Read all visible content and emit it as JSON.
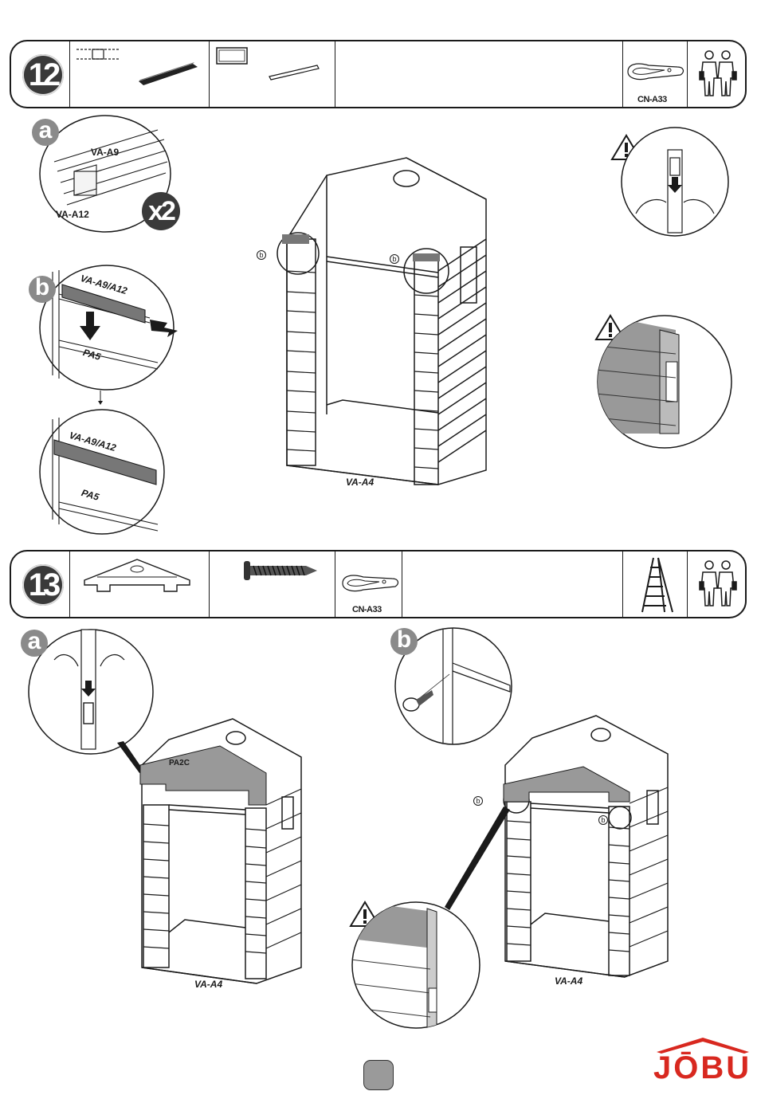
{
  "steps": [
    {
      "number": "12",
      "tool_label": "CN-A33",
      "sub_a": {
        "badge": "a",
        "label_top": "VA-A9",
        "label_bottom": "VA-A12",
        "multiplier": "x2"
      },
      "sub_b": {
        "badge": "b",
        "label_top": "VA-A9/A12",
        "label_bottom": "PA5"
      },
      "sub_b2": {
        "label_top": "VA-A9/A12",
        "label_bottom": "PA5"
      },
      "main_label": "VA-A4",
      "callout": "b"
    },
    {
      "number": "13",
      "tool_label": "CN-A33",
      "sub_a": {
        "badge": "a",
        "part_label": "PA2C",
        "main_label": "VA-A4"
      },
      "sub_b": {
        "badge": "b",
        "main_label": "VA-A4",
        "callout": "b"
      }
    }
  ],
  "icons": [
    "two-persons-icon",
    "ladder-icon",
    "warning-icon",
    "wrench-icon",
    "screw-icon"
  ],
  "colors": {
    "brand": "#d8281f",
    "ink": "#1a1a1a",
    "badge": "#8a8a8a",
    "step_badge": "#3a3a3a"
  },
  "logo": {
    "text": "JŌBU"
  }
}
